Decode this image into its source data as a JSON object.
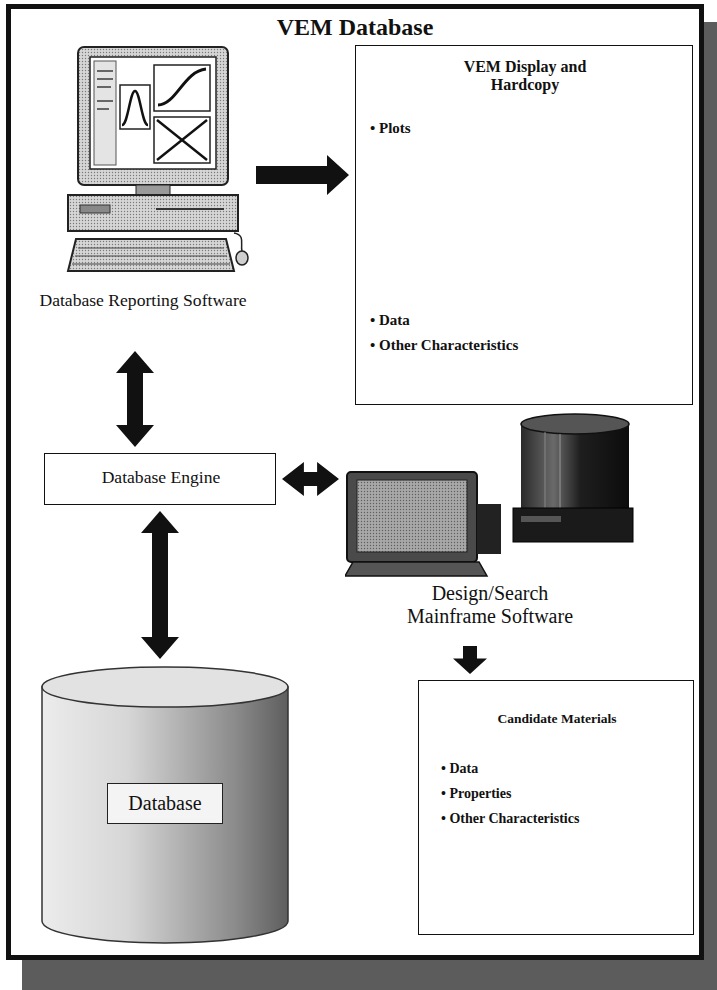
{
  "diagram": {
    "title": "VEM Database",
    "nodes": [
      {
        "text": [
          "Database Reporting Software"
        ]
      },
      {
        "text": [
          "VEM Display and Hardcopy",
          "• Plots",
          "• Data",
          "• Other Characteristics"
        ]
      },
      {
        "text": [
          "Database Engine"
        ]
      },
      {
        "text": [
          "Design/Search Mainframe Software"
        ]
      },
      {
        "text": [
          "Database"
        ]
      },
      {
        "text": [
          "Candidate Materials",
          "• Data",
          "• Properties",
          "• Other Characteristics"
        ]
      }
    ],
    "edges": [
      {
        "from": 0,
        "to": 1,
        "arrow": "to"
      },
      {
        "from": 0,
        "to": 2,
        "arrow": "both"
      },
      {
        "from": 2,
        "to": 3,
        "arrow": "both"
      },
      {
        "from": 2,
        "to": 4,
        "arrow": "both"
      },
      {
        "from": 3,
        "to": 5,
        "arrow": "to"
      }
    ]
  }
}
